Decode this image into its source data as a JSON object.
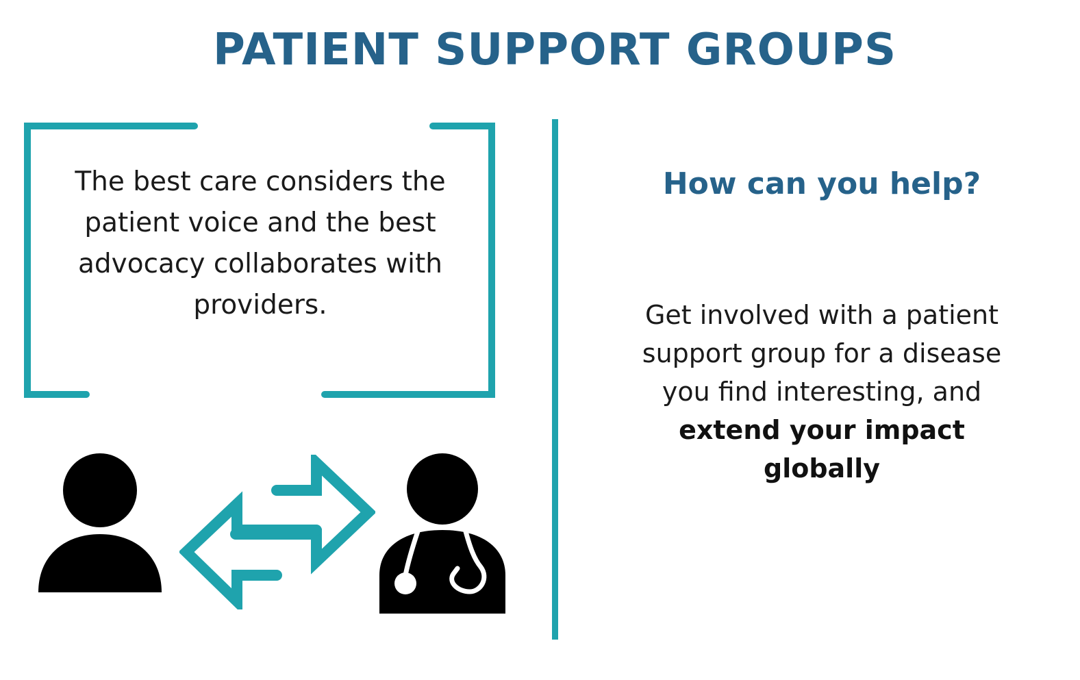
{
  "title": "PATIENT SUPPORT GROUPS",
  "quote": "The best care considers the patient voice and the best advocacy collaborates with providers.",
  "help": {
    "heading": "How can you help?",
    "body_start": "Get involved with a patient support group for a disease you find interesting, and ",
    "body_emphasis": "extend your impact globally"
  },
  "colors": {
    "title": "#26628a",
    "accent": "#1fa3ad",
    "text": "#1a1a1a",
    "icons": "#000000"
  },
  "icons": [
    "patient-icon",
    "exchange-arrows-icon",
    "doctor-icon"
  ]
}
